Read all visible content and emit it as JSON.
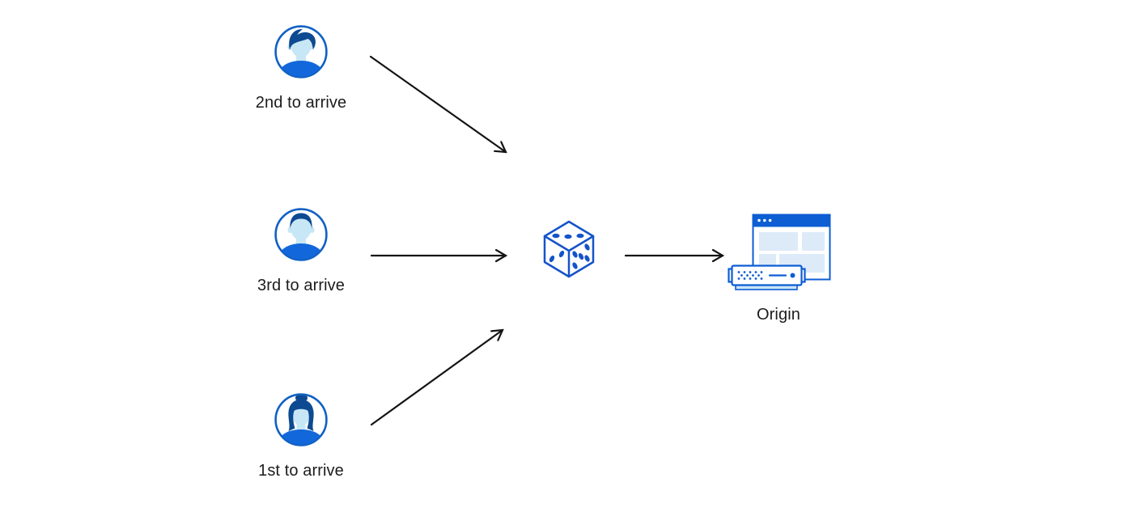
{
  "colors": {
    "canvas-bg": "#ffffff",
    "ring-blue": "#1061C4",
    "hair-blue": "#0D4A91",
    "skin-blue": "#C8E7F6",
    "shirt-blue": "#1268DB",
    "dice-blue": "#1553C9",
    "window-blue": "#0D5DD3",
    "panel-blue": "#DDEBF8",
    "server-base-blue": "#C9E3F6",
    "arrow-black": "#141414",
    "label-text": "#1C1C1C"
  },
  "diagram": {
    "users": [
      {
        "label": "2nd to arrive",
        "icon": "user-male-swept-avatar-icon"
      },
      {
        "label": "3rd to arrive",
        "icon": "user-male-short-avatar-icon"
      },
      {
        "label": "1st to arrive",
        "icon": "user-female-bun-avatar-icon"
      }
    ],
    "center": {
      "icon": "dice-icon"
    },
    "origin": {
      "label": "Origin",
      "icon": "origin-server-icon"
    },
    "edges": [
      {
        "from": "2nd to arrive",
        "to": "dice"
      },
      {
        "from": "3rd to arrive",
        "to": "dice"
      },
      {
        "from": "1st to arrive",
        "to": "dice"
      },
      {
        "from": "dice",
        "to": "Origin"
      }
    ]
  }
}
